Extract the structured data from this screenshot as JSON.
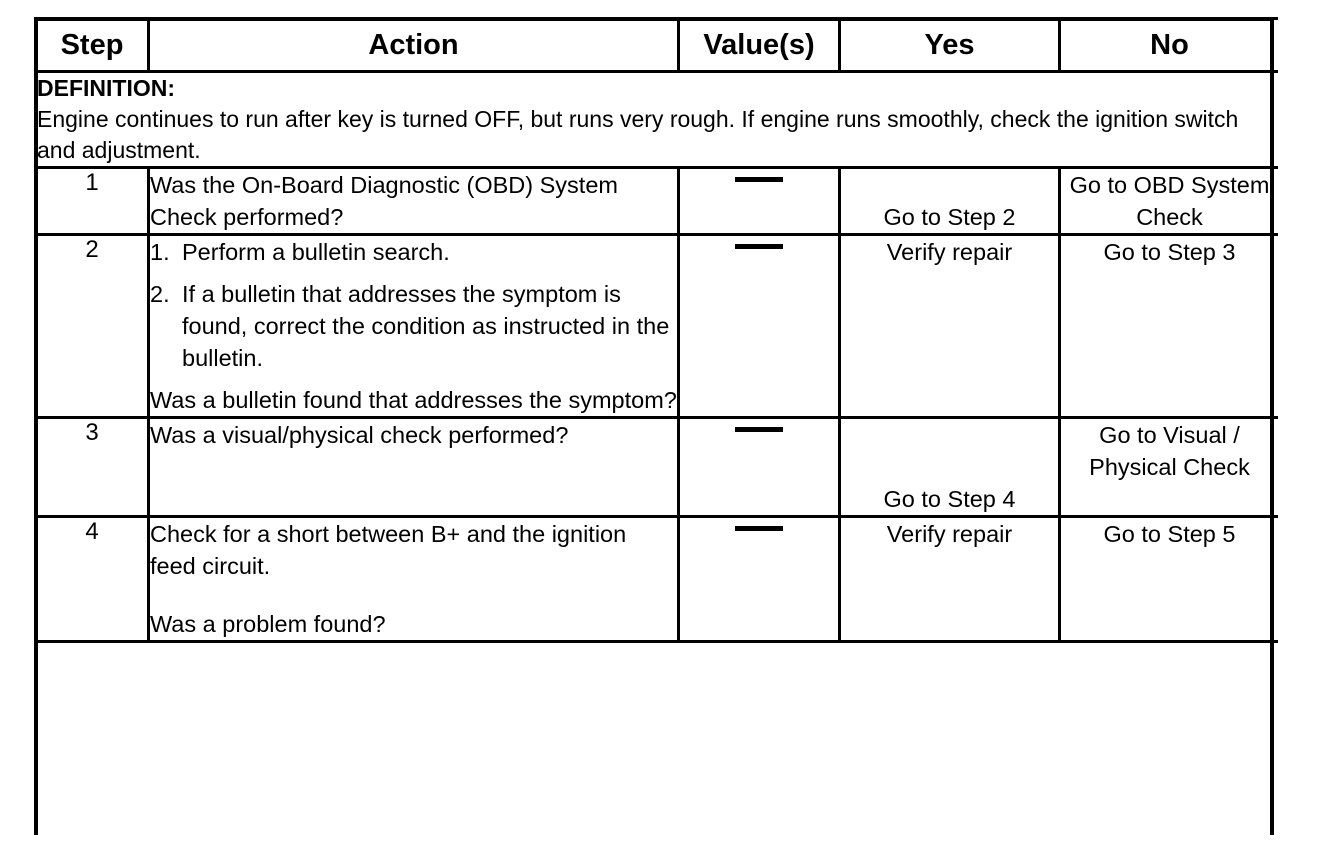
{
  "document": {
    "type": "diagnostic-step-table",
    "columns": [
      "Step",
      "Action",
      "Value(s)",
      "Yes",
      "No"
    ]
  },
  "header": {
    "step": "Step",
    "action": "Action",
    "value": "Value(s)",
    "yes": "Yes",
    "no": "No"
  },
  "definition": {
    "title": "DEFINITION:",
    "body": "Engine continues to run after key is turned OFF, but runs very rough. If engine runs smoothly, check the ignition switch and adjustment."
  },
  "rows": [
    {
      "step": "1",
      "action_lines": [
        "Was the On-Board Diagnostic (OBD) System Check performed?"
      ],
      "value": "—",
      "yes": "Go to Step 2",
      "no": "Go to OBD System Check"
    },
    {
      "step": "2",
      "action_numbered": [
        {
          "num": "1.",
          "text": "Perform a bulletin search."
        },
        {
          "num": "2.",
          "text": "If a bulletin that addresses the symptom is found, correct the condition as instructed in the bulletin."
        }
      ],
      "action_question": "Was a bulletin found that addresses the symptom?",
      "value": "—",
      "yes": "Verify repair",
      "no": "Go to Step 3"
    },
    {
      "step": "3",
      "action_lines": [
        "Was a visual/physical check performed?"
      ],
      "value": "—",
      "yes": "Go to Step 4",
      "no": "Go to Visual / Physical Check"
    },
    {
      "step": "4",
      "action_lines": [
        "Check for a short between B+ and the ignition feed circuit.",
        "Was a problem found?"
      ],
      "value": "—",
      "yes": "Verify repair",
      "no": "Go to Step 5"
    }
  ],
  "colors": {
    "border": "#000000",
    "text": "#000000",
    "background": "#ffffff"
  }
}
